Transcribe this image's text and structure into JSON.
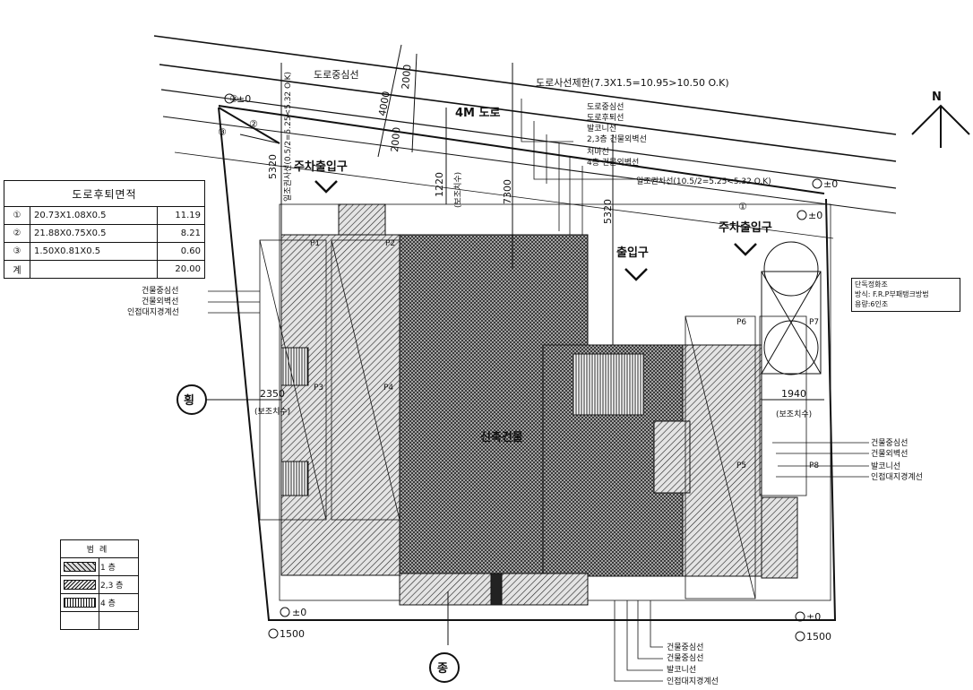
{
  "dimensions": {
    "road_width": "4M 도로",
    "dim_4000": "4000",
    "dim_2000_top": "2000",
    "dim_2000_bottom": "2000",
    "dim_5320_left": "5320",
    "dim_5320_right": "5320",
    "dim_1220": "1220",
    "dim_7300": "7300",
    "dim_2350": "2350",
    "dim_1940": "1940",
    "aux_left": "(보조치수)",
    "aux_right": "(보조치수)",
    "aux_mid": "(보조치수)"
  },
  "levels": {
    "top_left": "±0",
    "right_upper": "±0",
    "right_mid": "±0",
    "bottom_left": "±0",
    "bottom_right": "±0",
    "bottom_left_1500": "1500",
    "bottom_right_1500": "1500"
  },
  "annotations": {
    "road_centerline_top": "도로중심선",
    "road_diagonal_limit": "도로사선제한(7.3X1.5=10.95>10.50 O.K)",
    "sun_limit_left": "일조권사선(0.5/2=5.25<5.32 O.K)",
    "sun_limit_right": "일조권사선(10.5/2=5.25<5.32 O.K)",
    "road_centerline_2": "도로중심선",
    "road_setback_line": "도로후퇴선",
    "balcony_line": "발코니선",
    "floor23_line": "2,3층 건물외벽선",
    "floor1_line": "처마선",
    "floor4_line": "4층 건물외벽선",
    "parking_entrance_left": "주차출입구",
    "parking_entrance_right": "주차출입구",
    "entrance": "출입구",
    "building_center": "건물중심선",
    "building_outer": "건물외벽선",
    "adjacent_boundary": "인접대지경계선",
    "building_name": "신축건물",
    "right_center_1": "건물중심선",
    "right_outer": "건물외벽선",
    "right_balcony": "발코니선",
    "right_adjacent": "인접대지경계선",
    "bottom_center_1": "건물중심선",
    "bottom_center_2": "건물중심선",
    "bottom_balcony": "발코니선",
    "bottom_adjacent": "인접대지경계선",
    "section_h": "횡",
    "section_v": "종",
    "north": "N",
    "circle_1": "①",
    "circle_2": "②",
    "circle_3": "③",
    "circle_1b": "①"
  },
  "parking_labels": [
    "P1",
    "P2",
    "P3",
    "P4",
    "P5",
    "P6",
    "P7",
    "P8"
  ],
  "info_box": {
    "line1": "단독정화조",
    "line2": "방식: F.R.P부패탱크방법",
    "line3": "용량:6인조"
  },
  "area_table": {
    "title": "도로후퇴면적",
    "rows": [
      {
        "no": "①",
        "calc": "20.73X1.08X0.5",
        "value": "11.19"
      },
      {
        "no": "②",
        "calc": "21.88X0.75X0.5",
        "value": "8.21"
      },
      {
        "no": "③",
        "calc": "1.50X0.81X0.5",
        "value": "0.60"
      },
      {
        "no": "계",
        "calc": "",
        "value": "20.00"
      }
    ]
  },
  "legend": {
    "title": "범례",
    "items": [
      {
        "label": "1 층",
        "pattern": "diagonal"
      },
      {
        "label": "2,3 층",
        "pattern": "crosshatch"
      },
      {
        "label": "4 층",
        "pattern": "vertical"
      }
    ]
  }
}
